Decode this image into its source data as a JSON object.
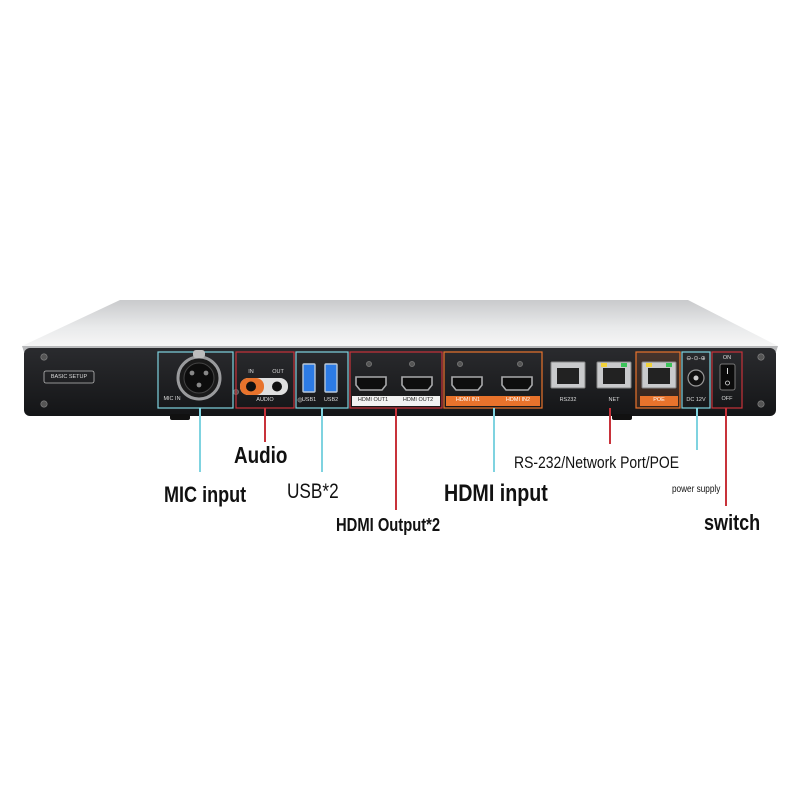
{
  "panel": {
    "badge": "BASIC SETUP",
    "ports": {
      "mic_in": "MIC IN",
      "audio_in": "IN",
      "audio_out": "OUT",
      "audio": "AUDIO",
      "usb1": "USB1",
      "usb2": "USB2",
      "hdmi_out1": "HDMI OUT1",
      "hdmi_out2": "HDMI OUT2",
      "hdmi_in1": "HDMI IN1",
      "hdmi_in2": "HDMI IN2",
      "rs232": "RS232",
      "net": "NET",
      "poe": "POE",
      "dc": "DC 12V",
      "on": "ON",
      "off": "OFF"
    }
  },
  "callouts": {
    "audio": "Audio",
    "mic": "MIC input",
    "usb": "USB*2",
    "hdmi_in": "HDMI input",
    "hdmi_out": "HDMI Output*2",
    "rs232": "RS-232/Network Port/POE",
    "power": "power supply",
    "switch": "switch"
  },
  "colors": {
    "cyan_group": "#7fd3e0",
    "red_group": "#c8323a",
    "orange_group": "#e8732c",
    "panel": "#1e1f22",
    "chassis": "#d9dadc"
  }
}
